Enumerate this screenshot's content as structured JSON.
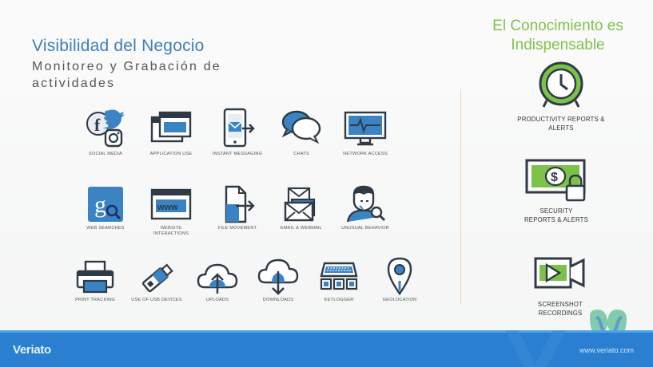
{
  "slide": {
    "title": "Visibilidad del Negocio",
    "subtitle": "Monitoreo y Grabación de actividades",
    "right_heading_line1": "El Conocimiento es",
    "right_heading_line2": "Indispensable"
  },
  "icons": [
    {
      "label": "SOCIAL MEDIA",
      "icon": "social-media-icon"
    },
    {
      "label": "APPLICATION USE",
      "icon": "application-window-icon"
    },
    {
      "label": "INSTANT MESSAGING",
      "icon": "instant-message-icon"
    },
    {
      "label": "CHATS",
      "icon": "chat-bubbles-icon"
    },
    {
      "label": "NETWORK ACCESS",
      "icon": "network-monitor-icon"
    },
    {
      "label": "WEB SEARCHES",
      "icon": "google-search-icon"
    },
    {
      "label_line1": "WEBSITE",
      "label_line2": "INTERACTIONS",
      "icon": "www-browser-icon"
    },
    {
      "label": "FILE MOVEMENT",
      "icon": "file-move-icon"
    },
    {
      "label": "EMAIL & WEBMAIL",
      "icon": "email-icon"
    },
    {
      "label": "UNUSUAL BEHAVIOR",
      "icon": "user-search-icon"
    },
    {
      "label": "PRINT TRACKING",
      "icon": "printer-icon"
    },
    {
      "label": "USE OF USB DEVICES",
      "icon": "usb-drive-icon"
    },
    {
      "label": "UPLOADS",
      "icon": "cloud-upload-icon"
    },
    {
      "label": "DOWNLOADS",
      "icon": "cloud-download-icon"
    },
    {
      "label": "KEYLOGGER",
      "icon": "keyboard-icon"
    },
    {
      "label": "GEOLOCATION",
      "icon": "map-pin-icon"
    }
  ],
  "features": [
    {
      "line1": "PRODUCTIVITY REPORTS &",
      "line2": "ALERTS",
      "icon": "clock-icon"
    },
    {
      "line1": "SECURITY",
      "line2": "REPORTS  & ALERTS",
      "icon": "money-lock-icon"
    },
    {
      "line1": "SCREENSHOT",
      "line2": "RECORDINGS",
      "icon": "video-camera-icon"
    }
  ],
  "footer": {
    "logo": "Veriato",
    "url": "www.veriato.com"
  },
  "colors": {
    "title_blue": "#3d7fb8",
    "accent_green": "#7cc24a",
    "icon_blue": "#3b84c4",
    "icon_dark": "#2f3a44",
    "footer_blue": "#2a7fd0"
  }
}
